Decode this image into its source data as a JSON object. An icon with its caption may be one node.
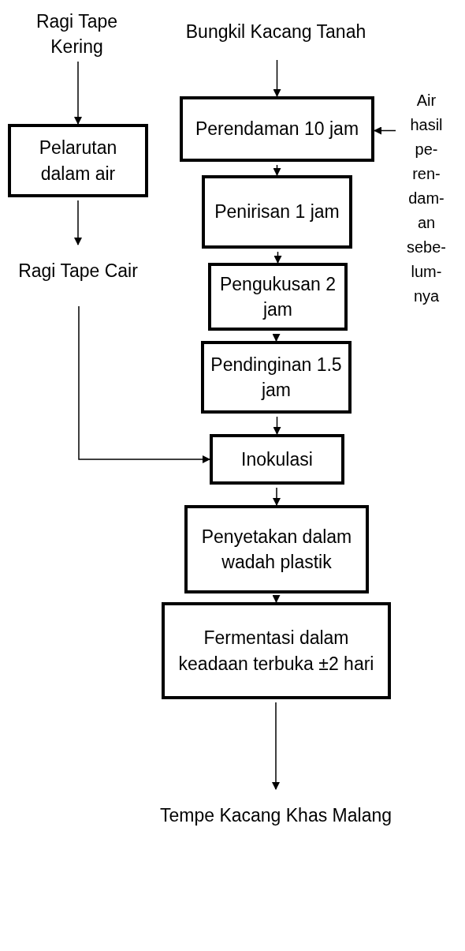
{
  "diagram": {
    "nodes": [
      {
        "text": [
          "Ragi Tape Kering"
        ]
      },
      {
        "text": [
          "Pelarutan dalam air"
        ]
      },
      {
        "text": [
          "Ragi Tape Cair"
        ]
      },
      {
        "text": [
          "Bungkil Kacang Tanah"
        ]
      },
      {
        "text": [
          "Perendaman 10 jam"
        ]
      },
      {
        "text": [
          "Air hasil pe- ren- dam- an sebe- lum- nya"
        ]
      },
      {
        "text": [
          "Penirisan 1 jam"
        ]
      },
      {
        "text": [
          "Pengukusan 2 jam"
        ]
      },
      {
        "text": [
          "Pendinginan 1.5 jam"
        ]
      },
      {
        "text": [
          "Inokulasi"
        ]
      },
      {
        "text": [
          "Penyetakan dalam wadah plastik"
        ]
      },
      {
        "text": [
          "Fermentasi dalam keadaan terbuka ±2 hari"
        ]
      },
      {
        "text": [
          "Tempe Kacang Khas Malang"
        ]
      }
    ],
    "edges": [
      {
        "from": 0,
        "to": 1,
        "arrow": "to"
      },
      {
        "from": 1,
        "to": 2,
        "arrow": "to"
      },
      {
        "from": 2,
        "to": 9,
        "arrow": "to"
      },
      {
        "from": 3,
        "to": 4,
        "arrow": "to"
      },
      {
        "from": 5,
        "to": 4,
        "arrow": "to"
      },
      {
        "from": 4,
        "to": 6,
        "arrow": "to"
      },
      {
        "from": 6,
        "to": 7,
        "arrow": "to"
      },
      {
        "from": 7,
        "to": 8,
        "arrow": "to"
      },
      {
        "from": 8,
        "to": 9,
        "arrow": "to"
      },
      {
        "from": 9,
        "to": 10,
        "arrow": "to"
      },
      {
        "from": 10,
        "to": 11,
        "arrow": "to"
      },
      {
        "from": 11,
        "to": 12,
        "arrow": "to"
      }
    ]
  }
}
